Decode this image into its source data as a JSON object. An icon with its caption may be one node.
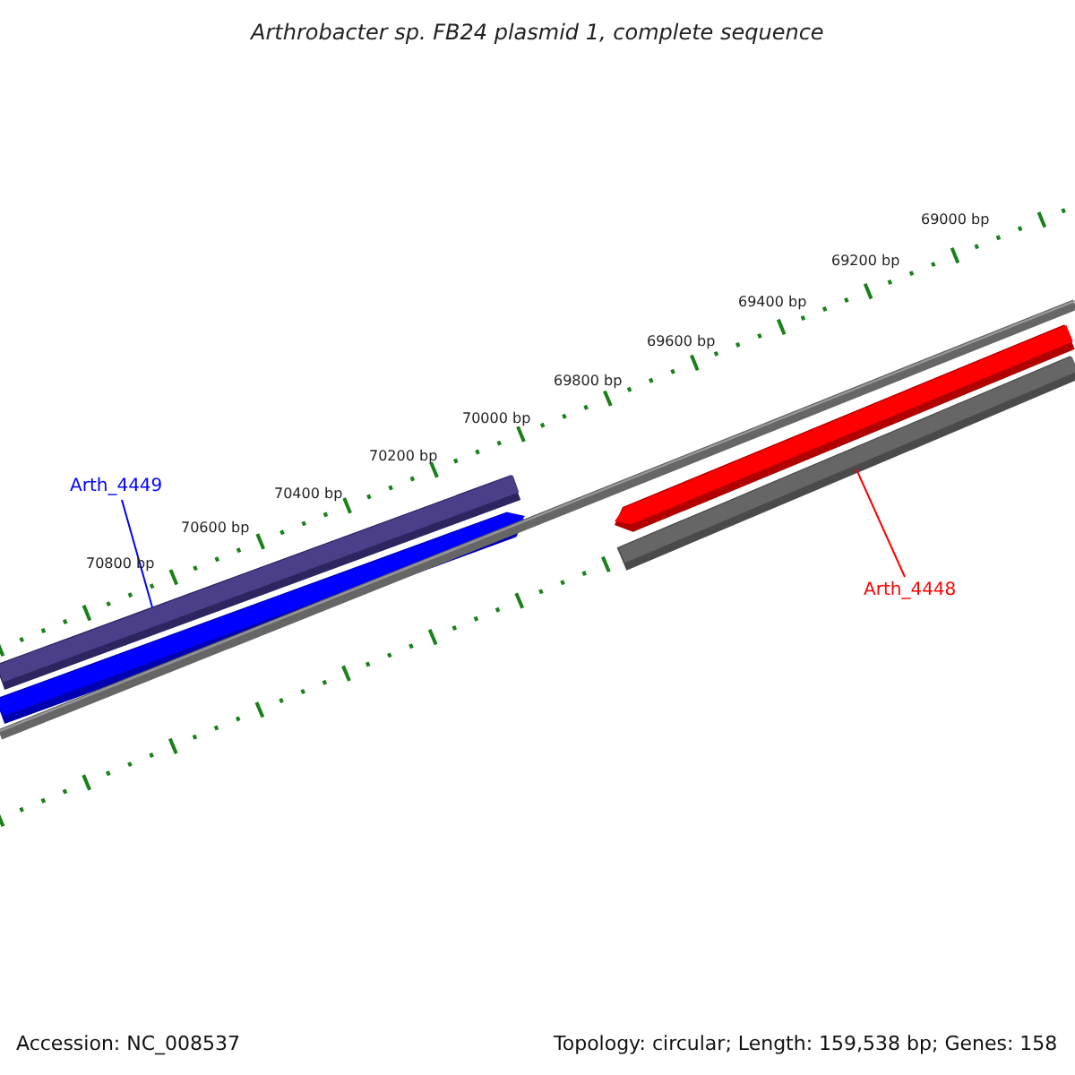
{
  "diagram": {
    "title": "Arthrobacter sp. FB24 plasmid 1, complete sequence",
    "nodes": [
      {
        "text": [
          "Arth_4449"
        ]
      },
      {
        "text": [],
        "shape": "bar"
      },
      {
        "text": [
          "Arth_4448"
        ]
      },
      {
        "text": [],
        "shape": "bar"
      }
    ],
    "edges": [
      {
        "from": 0,
        "to": 1,
        "arrow": "none",
        "color": "#0000ff"
      },
      {
        "from": 2,
        "to": 3,
        "arrow": "none",
        "color": "#ff0000"
      }
    ],
    "labels": [
      "69000 bp",
      "69200 bp",
      "69400 bp",
      "69600 bp",
      "69800 bp",
      "70000 bp",
      "70200 bp",
      "70400 bp",
      "70600 bp",
      "70800 bp",
      "Accession: NC_008537",
      "Topology: circular; Length: 159,538 bp; Genes: 158"
    ]
  }
}
